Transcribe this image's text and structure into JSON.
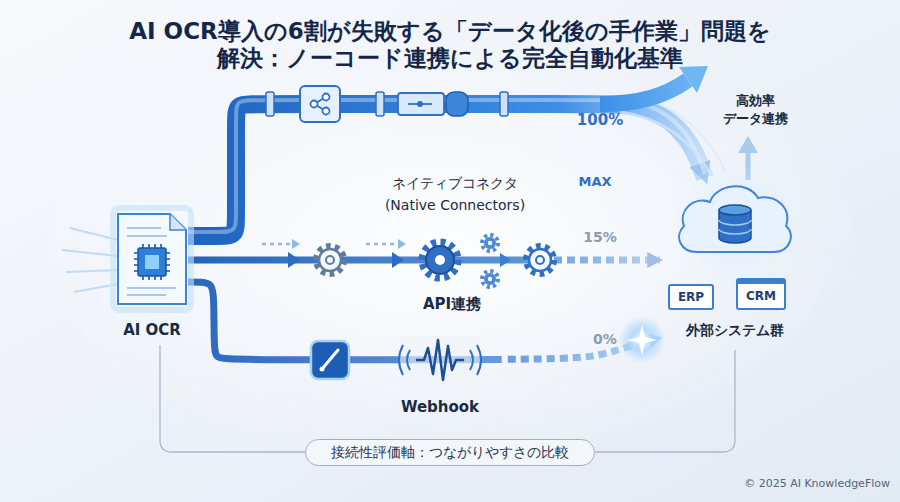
{
  "diagram": {
    "title": "AI OCR導入の6割が失敗する「データ化後の手作業」問題を解決：ノーコード連携による完全自動化基準",
    "nodes": [
      {
        "text": [
          "AI OCR"
        ]
      },
      {
        "text": [
          "外部システム群"
        ]
      },
      {
        "text": [
          "ERP"
        ],
        "in": 1
      },
      {
        "text": [
          "CRM"
        ],
        "in": 1
      },
      {
        "text": [
          "接続性評価軸：つながりやすさの比較"
        ]
      }
    ],
    "edges": [
      {
        "from": 0,
        "to": 1,
        "arrow": "to",
        "label": "ネイティブコネクタ (Native Connectors)"
      },
      {
        "from": 0,
        "to": 1,
        "arrow": "to",
        "label": "API連携"
      },
      {
        "from": 0,
        "to": 1,
        "arrow": "to",
        "label": "Webhook"
      }
    ],
    "labels": [
      "100%",
      "MAX",
      "15%",
      "0%",
      "高効率 データ連携",
      "© 2025 AI KnowledgeFlow"
    ]
  }
}
